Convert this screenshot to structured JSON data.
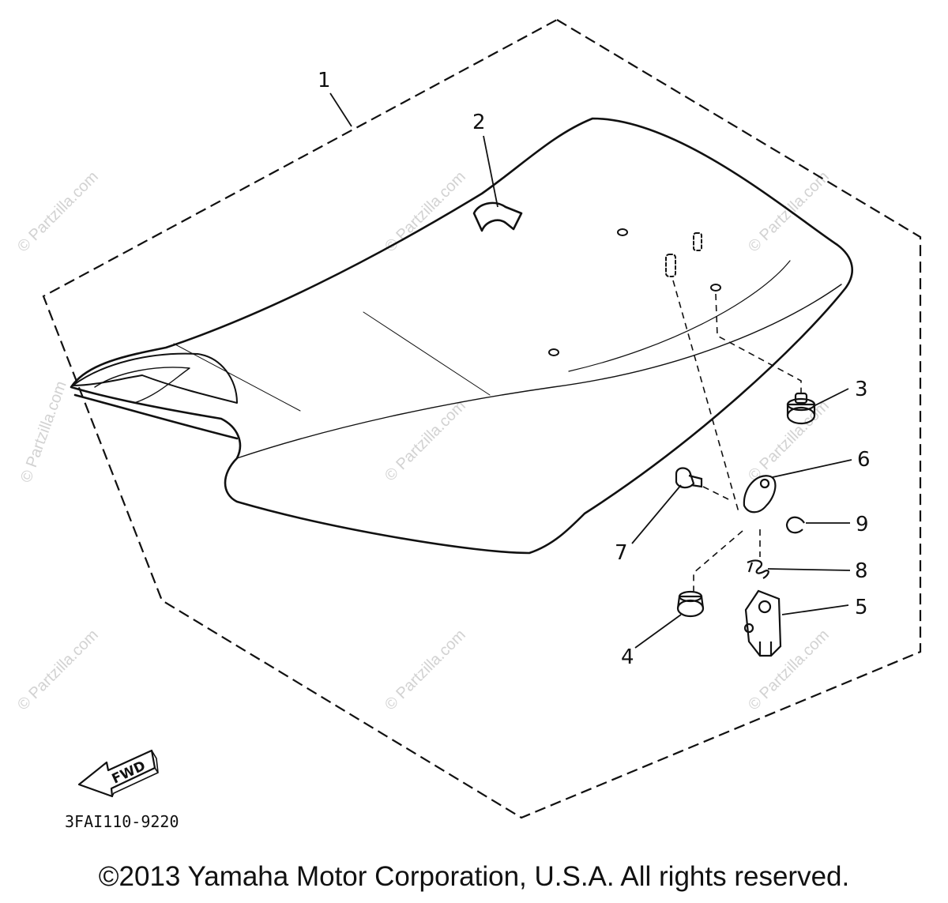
{
  "diagram": {
    "callouts": [
      "1",
      "2",
      "3",
      "4",
      "5",
      "6",
      "7",
      "8",
      "9"
    ],
    "fwd_label": "FWD",
    "part_code": "3FAI110-9220",
    "watermark": "© Partzilla.com"
  },
  "footer": {
    "copyright": "©2013 Yamaha Motor Corporation, U.S.A. All rights reserved."
  }
}
